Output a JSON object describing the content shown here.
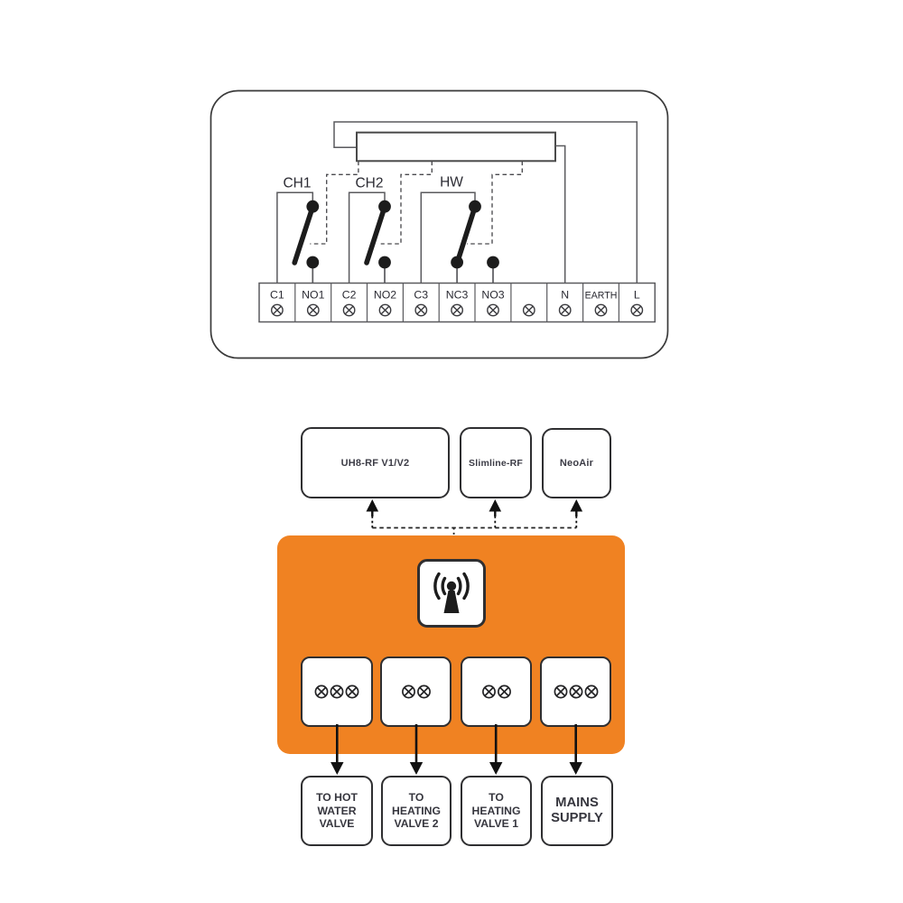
{
  "top_panel": {
    "switches": [
      "CH1",
      "CH2",
      "HW"
    ],
    "terminals": [
      "C1",
      "NO1",
      "C2",
      "NO2",
      "C3",
      "NC3",
      "NO3",
      "",
      "N",
      "EARTH",
      "L"
    ]
  },
  "rf_sources": [
    "UH8-RF V1/V2",
    "Slimline-RF",
    "NeoAir"
  ],
  "receiver": {
    "rf_icon": "rf-antenna-icon",
    "terminal_groups": [
      {
        "screw_count": 3
      },
      {
        "screw_count": 2
      },
      {
        "screw_count": 2
      },
      {
        "screw_count": 3
      }
    ]
  },
  "outputs": [
    "TO HOT\nWATER\nVALVE",
    "TO\nHEATING\nVALVE 2",
    "TO\nHEATING\nVALVE 1",
    "MAINS\nSUPPLY"
  ],
  "colors": {
    "accent_orange": "#F08222",
    "box_border": "#2F2F31",
    "text_dark": "#36363E",
    "line_gray": "#5A5A5E",
    "switch_black": "#1C1C1C"
  }
}
